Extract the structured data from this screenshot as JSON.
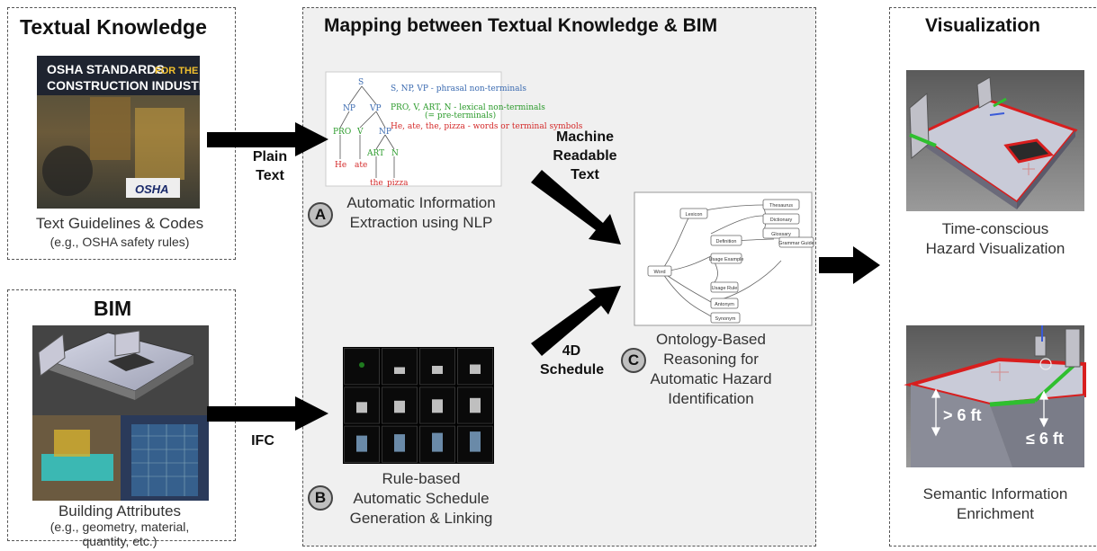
{
  "columns": {
    "textual": {
      "title": "Textual Knowledge",
      "caption_line1": "Text Guidelines & Codes",
      "caption_line2": "(e.g., OSHA safety rules)"
    },
    "bim": {
      "title": "BIM",
      "caption_line1": "Building Attributes",
      "caption_line2": "(e.g., geometry, material,",
      "caption_line3": "quantity, etc.)"
    },
    "mapping": {
      "title": "Mapping between Textual Knowledge & BIM"
    },
    "visualization": {
      "title": "Visualization"
    }
  },
  "book": {
    "line1": "OSHA STANDARDS",
    "line1b": "FOR THE",
    "line2": "CONSTRUCTION INDUSTRY",
    "logo": "OSHA"
  },
  "arrows": {
    "plain_text": {
      "line1": "Plain",
      "line2": "Text"
    },
    "ifc": {
      "label": "IFC"
    },
    "machine_readable": {
      "line1": "Machine",
      "line2": "Readable",
      "line3": "Text"
    },
    "schedule_4d": {
      "line1": "4D",
      "line2": "Schedule"
    }
  },
  "steps": {
    "a": {
      "badge": "A",
      "line1": "Automatic Information",
      "line2": "Extraction using NLP"
    },
    "b": {
      "badge": "B",
      "line1": "Rule-based",
      "line2": "Automatic Schedule",
      "line3": "Generation & Linking"
    },
    "c": {
      "badge": "C",
      "line1": "Ontology-Based",
      "line2": "Reasoning for",
      "line3": "Automatic Hazard",
      "line4": "Identification"
    }
  },
  "nlp_tree": {
    "nodes": [
      "S",
      "NP",
      "VP",
      "PRO",
      "V",
      "NP",
      "ART",
      "N",
      "He",
      "ate",
      "the",
      "pizza"
    ],
    "legend1": "S, NP, VP - phrasal non-terminals",
    "legend2": "PRO, V, ART, N - lexical non-terminals",
    "legend2b": "(= pre-terminals)",
    "legend3": "He, ate, the, pizza - words or terminal symbols"
  },
  "ontology": {
    "nodes": [
      "Thesaurus",
      "Dictionary",
      "Glossary",
      "Lexicon",
      "Definition",
      "Grammar Guide",
      "Usage Example",
      "Word",
      "Usage Rule",
      "Antonym",
      "Synonym"
    ]
  },
  "vis": {
    "top": {
      "line1": "Time-conscious",
      "line2": "Hazard Visualization"
    },
    "bottom": {
      "line1": "Semantic Information",
      "line2": "Enrichment",
      "label_gt": "> 6 ft",
      "label_le": "≤ 6 ft"
    }
  },
  "colors": {
    "accent_red": "#d81e1e",
    "accent_green": "#2fbf2f",
    "arrow": "#000000",
    "mapping_bg": "#f0f0f0",
    "badge_bg": "#bfbfbf"
  }
}
